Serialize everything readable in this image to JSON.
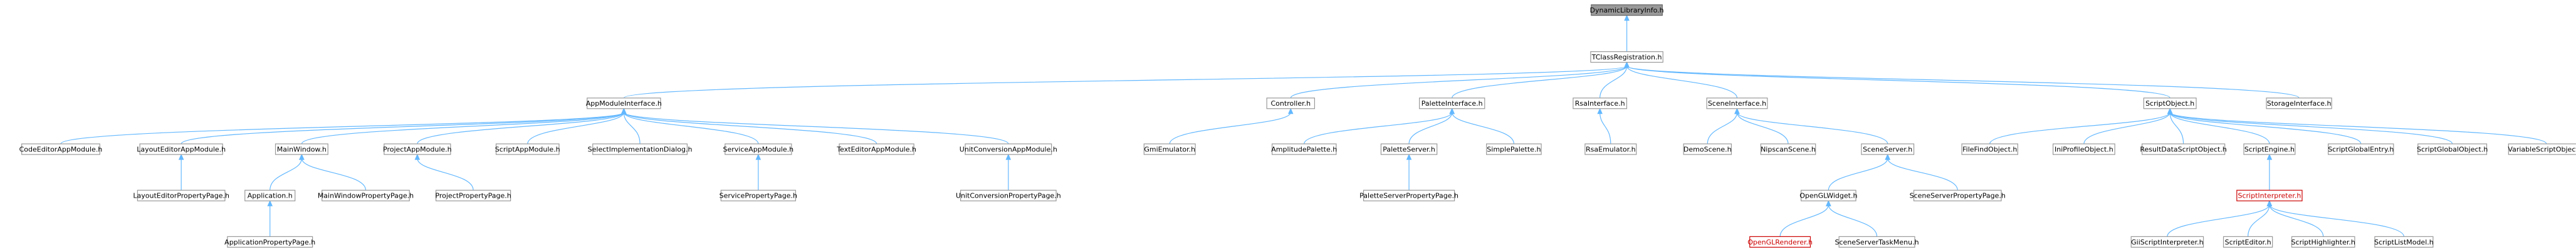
{
  "graph": {
    "nodes": [
      {
        "id": "DynamicLibraryInfo.h",
        "label": "DynamicLibraryInfo.h",
        "style": "root"
      },
      {
        "id": "TClassRegistration.h",
        "label": "TClassRegistration.h"
      },
      {
        "id": "AppModuleInterface.h",
        "label": "AppModuleInterface.h"
      },
      {
        "id": "Controller.h",
        "label": "Controller.h"
      },
      {
        "id": "PaletteInterface.h",
        "label": "PaletteInterface.h"
      },
      {
        "id": "RsaInterface.h",
        "label": "RsaInterface.h"
      },
      {
        "id": "SceneInterface.h",
        "label": "SceneInterface.h"
      },
      {
        "id": "ScriptObject.h",
        "label": "ScriptObject.h"
      },
      {
        "id": "StorageInterface.h",
        "label": "StorageInterface.h"
      },
      {
        "id": "CodeEditorAppModule.h",
        "label": "CodeEditorAppModule.h"
      },
      {
        "id": "LayoutEditorAppModule.h",
        "label": "LayoutEditorAppModule.h"
      },
      {
        "id": "MainWindow.h",
        "label": "MainWindow.h"
      },
      {
        "id": "ProjectAppModule.h",
        "label": "ProjectAppModule.h"
      },
      {
        "id": "ScriptAppModule.h",
        "label": "ScriptAppModule.h"
      },
      {
        "id": "SelectImplementationDialog.h",
        "label": "SelectImplementationDialog.h"
      },
      {
        "id": "ServiceAppModule.h",
        "label": "ServiceAppModule.h"
      },
      {
        "id": "TextEditorAppModule.h",
        "label": "TextEditorAppModule.h"
      },
      {
        "id": "UnitConversionAppModule.h",
        "label": "UnitConversionAppModule.h"
      },
      {
        "id": "GmiEmulator.h",
        "label": "GmiEmulator.h"
      },
      {
        "id": "AmplitudePalette.h",
        "label": "AmplitudePalette.h"
      },
      {
        "id": "PaletteServer.h",
        "label": "PaletteServer.h"
      },
      {
        "id": "SimplePalette.h",
        "label": "SimplePalette.h"
      },
      {
        "id": "RsaEmulator.h",
        "label": "RsaEmulator.h"
      },
      {
        "id": "DemoScene.h",
        "label": "DemoScene.h"
      },
      {
        "id": "NipscanScene.h",
        "label": "NipscanScene.h"
      },
      {
        "id": "SceneServer.h",
        "label": "SceneServer.h"
      },
      {
        "id": "FileFindObject.h",
        "label": "FileFindObject.h"
      },
      {
        "id": "IniProfileObject.h",
        "label": "IniProfileObject.h"
      },
      {
        "id": "ResultDataScriptObject.h",
        "label": "ResultDataScriptObject.h"
      },
      {
        "id": "ScriptEngine.h",
        "label": "ScriptEngine.h"
      },
      {
        "id": "ScriptGlobalEntry.h",
        "label": "ScriptGlobalEntry.h"
      },
      {
        "id": "ScriptGlobalObject.h",
        "label": "ScriptGlobalObject.h"
      },
      {
        "id": "VariableScriptObject.h",
        "label": "VariableScriptObject.h"
      },
      {
        "id": "LayoutEditorPropertyPage.h",
        "label": "LayoutEditorPropertyPage.h"
      },
      {
        "id": "Application.h",
        "label": "Application.h"
      },
      {
        "id": "MainWindowPropertyPage.h",
        "label": "MainWindowPropertyPage.h"
      },
      {
        "id": "ProjectPropertyPage.h",
        "label": "ProjectPropertyPage.h"
      },
      {
        "id": "ServicePropertyPage.h",
        "label": "ServicePropertyPage.h"
      },
      {
        "id": "UnitConversionPropertyPage.h",
        "label": "UnitConversionPropertyPage.h"
      },
      {
        "id": "PaletteServerPropertyPage.h",
        "label": "PaletteServerPropertyPage.h"
      },
      {
        "id": "OpenGLWidget.h",
        "label": "OpenGLWidget.h"
      },
      {
        "id": "SceneServerPropertyPage.h",
        "label": "SceneServerPropertyPage.h"
      },
      {
        "id": "ScriptInterpreter.h",
        "label": "ScriptInterpreter.h",
        "style": "red"
      },
      {
        "id": "ApplicationPropertyPage.h",
        "label": "ApplicationPropertyPage.h"
      },
      {
        "id": "OpenGLRenderer.h",
        "label": "OpenGLRenderer.h",
        "style": "red"
      },
      {
        "id": "SceneServerTaskMenu.h",
        "label": "SceneServerTaskMenu.h"
      },
      {
        "id": "GiiScriptInterpreter.h",
        "label": "GiiScriptInterpreter.h"
      },
      {
        "id": "ScriptEditor.h",
        "label": "ScriptEditor.h"
      },
      {
        "id": "ScriptHighlighter.h",
        "label": "ScriptHighlighter.h"
      },
      {
        "id": "ScriptListModel.h",
        "label": "ScriptListModel.h"
      }
    ],
    "edges": [
      {
        "from": "TClassRegistration.h",
        "to": "DynamicLibraryInfo.h"
      },
      {
        "from": "AppModuleInterface.h",
        "to": "TClassRegistration.h"
      },
      {
        "from": "Controller.h",
        "to": "TClassRegistration.h"
      },
      {
        "from": "PaletteInterface.h",
        "to": "TClassRegistration.h"
      },
      {
        "from": "RsaInterface.h",
        "to": "TClassRegistration.h"
      },
      {
        "from": "SceneInterface.h",
        "to": "TClassRegistration.h"
      },
      {
        "from": "ScriptObject.h",
        "to": "TClassRegistration.h"
      },
      {
        "from": "StorageInterface.h",
        "to": "TClassRegistration.h"
      },
      {
        "from": "CodeEditorAppModule.h",
        "to": "AppModuleInterface.h"
      },
      {
        "from": "LayoutEditorAppModule.h",
        "to": "AppModuleInterface.h"
      },
      {
        "from": "MainWindow.h",
        "to": "AppModuleInterface.h"
      },
      {
        "from": "ProjectAppModule.h",
        "to": "AppModuleInterface.h"
      },
      {
        "from": "ScriptAppModule.h",
        "to": "AppModuleInterface.h"
      },
      {
        "from": "SelectImplementationDialog.h",
        "to": "AppModuleInterface.h"
      },
      {
        "from": "ServiceAppModule.h",
        "to": "AppModuleInterface.h"
      },
      {
        "from": "TextEditorAppModule.h",
        "to": "AppModuleInterface.h"
      },
      {
        "from": "UnitConversionAppModule.h",
        "to": "AppModuleInterface.h"
      },
      {
        "from": "GmiEmulator.h",
        "to": "Controller.h"
      },
      {
        "from": "AmplitudePalette.h",
        "to": "PaletteInterface.h"
      },
      {
        "from": "PaletteServer.h",
        "to": "PaletteInterface.h"
      },
      {
        "from": "SimplePalette.h",
        "to": "PaletteInterface.h"
      },
      {
        "from": "RsaEmulator.h",
        "to": "RsaInterface.h"
      },
      {
        "from": "DemoScene.h",
        "to": "SceneInterface.h"
      },
      {
        "from": "NipscanScene.h",
        "to": "SceneInterface.h"
      },
      {
        "from": "SceneServer.h",
        "to": "SceneInterface.h"
      },
      {
        "from": "FileFindObject.h",
        "to": "ScriptObject.h"
      },
      {
        "from": "IniProfileObject.h",
        "to": "ScriptObject.h"
      },
      {
        "from": "ResultDataScriptObject.h",
        "to": "ScriptObject.h"
      },
      {
        "from": "ScriptEngine.h",
        "to": "ScriptObject.h"
      },
      {
        "from": "ScriptGlobalEntry.h",
        "to": "ScriptObject.h"
      },
      {
        "from": "ScriptGlobalObject.h",
        "to": "ScriptObject.h"
      },
      {
        "from": "VariableScriptObject.h",
        "to": "ScriptObject.h"
      },
      {
        "from": "LayoutEditorPropertyPage.h",
        "to": "LayoutEditorAppModule.h"
      },
      {
        "from": "Application.h",
        "to": "MainWindow.h"
      },
      {
        "from": "MainWindowPropertyPage.h",
        "to": "MainWindow.h"
      },
      {
        "from": "ProjectPropertyPage.h",
        "to": "ProjectAppModule.h"
      },
      {
        "from": "ServicePropertyPage.h",
        "to": "ServiceAppModule.h"
      },
      {
        "from": "UnitConversionPropertyPage.h",
        "to": "UnitConversionAppModule.h"
      },
      {
        "from": "PaletteServerPropertyPage.h",
        "to": "PaletteServer.h"
      },
      {
        "from": "OpenGLWidget.h",
        "to": "SceneServer.h"
      },
      {
        "from": "SceneServerPropertyPage.h",
        "to": "SceneServer.h"
      },
      {
        "from": "ScriptInterpreter.h",
        "to": "ScriptEngine.h"
      },
      {
        "from": "ApplicationPropertyPage.h",
        "to": "Application.h"
      },
      {
        "from": "OpenGLRenderer.h",
        "to": "OpenGLWidget.h"
      },
      {
        "from": "SceneServerTaskMenu.h",
        "to": "OpenGLWidget.h"
      },
      {
        "from": "GiiScriptInterpreter.h",
        "to": "ScriptInterpreter.h"
      },
      {
        "from": "ScriptEditor.h",
        "to": "ScriptInterpreter.h"
      },
      {
        "from": "ScriptHighlighter.h",
        "to": "ScriptInterpreter.h"
      },
      {
        "from": "ScriptListModel.h",
        "to": "ScriptInterpreter.h"
      }
    ]
  },
  "colors": {
    "edge": "#63b8ff",
    "node_border": "#999999",
    "root_fill": "#999999",
    "highlight": "#cc0000"
  }
}
